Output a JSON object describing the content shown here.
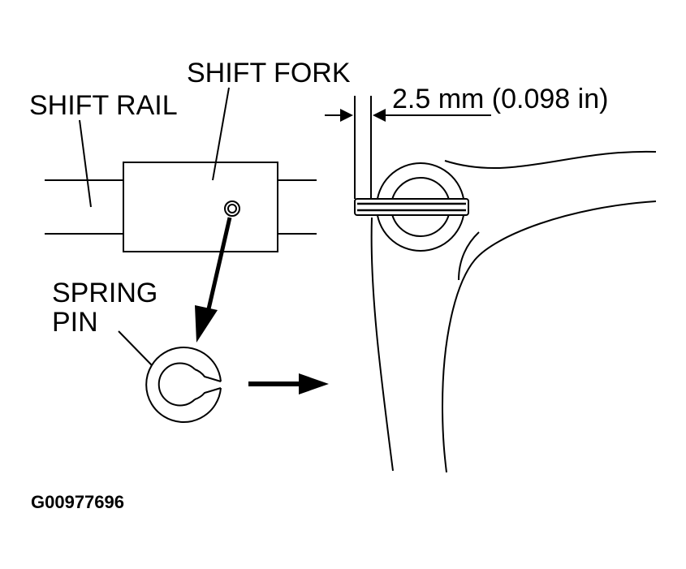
{
  "labels": {
    "shift_rail": "SHIFT RAIL",
    "shift_fork": "SHIFT FORK",
    "spring_pin_line1": "SPRING",
    "spring_pin_line2": "PIN",
    "dimension": "2.5 mm (0.098 in)",
    "figure_id": "G00977696"
  }
}
